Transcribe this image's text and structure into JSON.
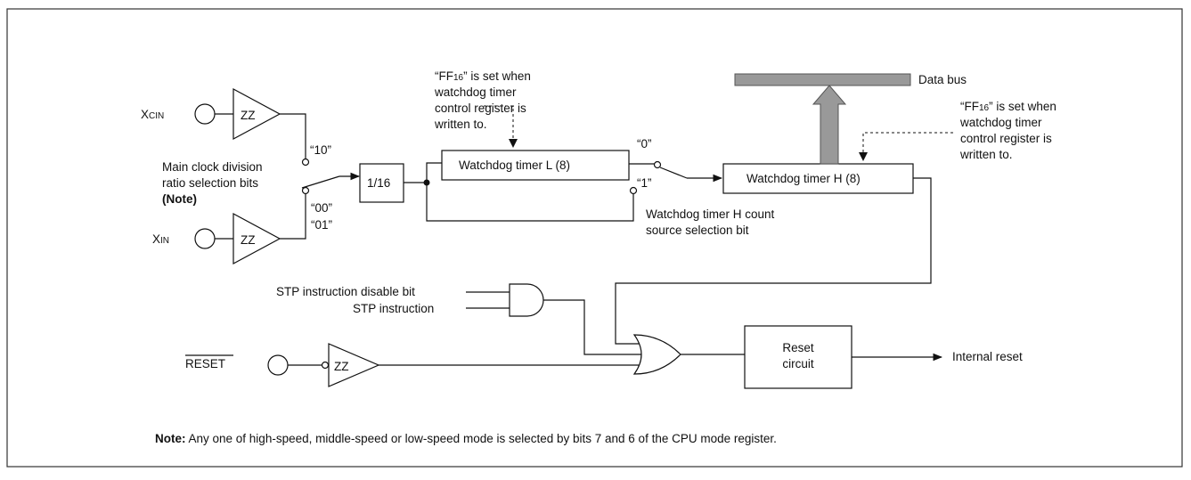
{
  "inputs": {
    "xcin": {
      "main": "X",
      "sub": "CIN"
    },
    "xin": {
      "main": "X",
      "sub": "IN"
    },
    "reset": "RESET"
  },
  "schmitt_symbol": "ZZ",
  "divider_label": "1/16",
  "selector": {
    "code_10": "“10”",
    "code_00": "“00”",
    "code_01": "“01”",
    "label_line1": "Main clock division",
    "label_line2": "ratio selection bits",
    "label_note": "(Note)"
  },
  "timer_l": {
    "label": "Watchdog timer L (8)",
    "note": {
      "l1_pre": "“FF",
      "l1_sub": "16",
      "l1_post": "” is set when",
      "l2": "watchdog timer",
      "l3": "control register is",
      "l4": "written to."
    }
  },
  "timer_h": {
    "label": "Watchdog timer H (8)",
    "code_0": "“0”",
    "code_1": "“1”",
    "source_line1": "Watchdog timer H count",
    "source_line2": "source selection bit",
    "note": {
      "l1_pre": "“FF",
      "l1_sub": "16",
      "l1_post": "” is set when",
      "l2": "watchdog timer",
      "l3": "control register is",
      "l4": "written to."
    }
  },
  "data_bus": "Data bus",
  "stp": {
    "disable_bit": "STP instruction disable bit",
    "instruction": "STP instruction"
  },
  "reset_circuit": {
    "line1": "Reset",
    "line2": "circuit"
  },
  "internal_reset": "Internal reset",
  "note": {
    "label": "Note:",
    "text": " Any one of high-speed, middle-speed or low-speed mode is selected by bits 7 and 6 of the CPU mode register."
  }
}
